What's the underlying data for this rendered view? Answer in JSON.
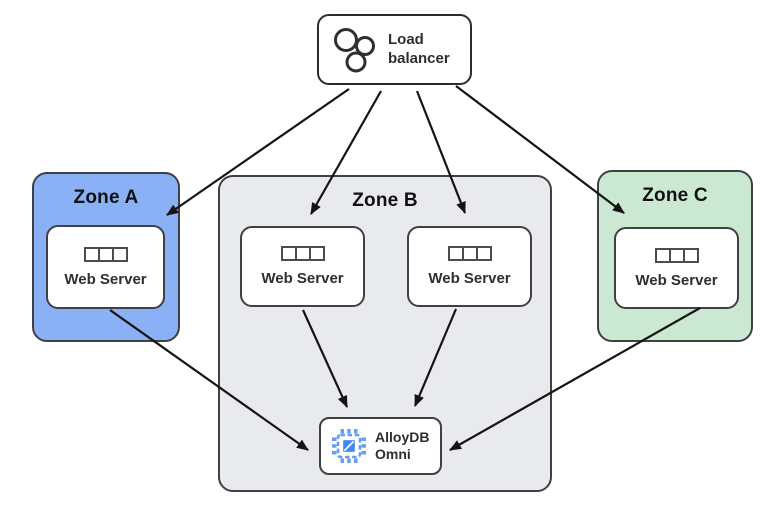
{
  "diagram": {
    "load_balancer": {
      "label": "Load balancer"
    },
    "zones": [
      {
        "id": "zone-a",
        "label": "Zone A",
        "color": "#8AB0F6"
      },
      {
        "id": "zone-b",
        "label": "Zone B",
        "color": "#E9EAED"
      },
      {
        "id": "zone-c",
        "label": "Zone C",
        "color": "#CBE8D3"
      }
    ],
    "nodes": [
      {
        "id": "web-server-zone-a",
        "label": "Web Server"
      },
      {
        "id": "web-server-zone-b-1",
        "label": "Web Server"
      },
      {
        "id": "web-server-zone-b-2",
        "label": "Web Server"
      },
      {
        "id": "web-server-zone-c",
        "label": "Web Server"
      }
    ],
    "database": {
      "label": "AlloyDB Omni",
      "icon_color_primary": "#4285F4",
      "icon_color_secondary": "#669DF6"
    },
    "edges": [
      {
        "from": "load-balancer",
        "to": "web-server-zone-a"
      },
      {
        "from": "load-balancer",
        "to": "web-server-zone-b-1"
      },
      {
        "from": "load-balancer",
        "to": "web-server-zone-b-2"
      },
      {
        "from": "load-balancer",
        "to": "web-server-zone-c"
      },
      {
        "from": "web-server-zone-b-1",
        "to": "alloydb-omni"
      },
      {
        "from": "web-server-zone-b-2",
        "to": "alloydb-omni"
      },
      {
        "from": "web-server-zone-a",
        "to": "alloydb-omni"
      },
      {
        "from": "web-server-zone-c",
        "to": "alloydb-omni"
      }
    ]
  }
}
